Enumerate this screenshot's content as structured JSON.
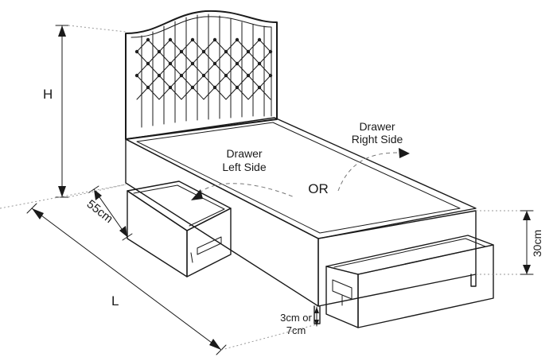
{
  "labels": {
    "height": "H",
    "length": "L",
    "depth": "55cm",
    "leg_height_line1": "3cm or",
    "leg_height_line2": "7cm",
    "base_height": "30cm",
    "drawer_left_line1": "Drawer",
    "drawer_left_line2": "Left Side",
    "drawer_right_line1": "Drawer",
    "drawer_right_line2": "Right Side",
    "or_text": "OR"
  },
  "colors": {
    "line": "#1a1a1a",
    "fill": "#ffffff",
    "mattress_top": "#f6f6f6",
    "dashed_guide": "#777777"
  }
}
